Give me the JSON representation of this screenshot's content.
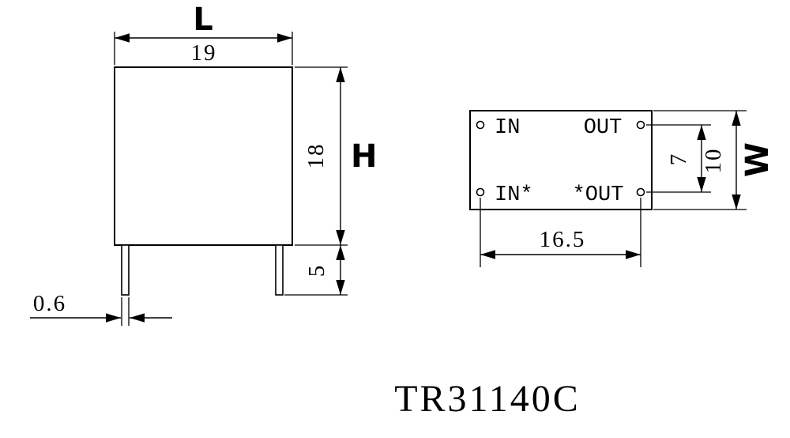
{
  "colors": {
    "ink": "#000000",
    "background": "#ffffff"
  },
  "title": "TR31140C",
  "front_view": {
    "length_label": "L",
    "length_value": "19",
    "height_label": "H",
    "body_height_value": "18",
    "pin_length_value": "5",
    "pin_width_value": "0.6"
  },
  "top_view": {
    "pins": {
      "top_left": "IN",
      "top_right": "OUT",
      "bottom_left": "IN*",
      "bottom_right": "*OUT"
    },
    "pin_row_spacing_value": "7",
    "width_value": "10",
    "width_label": "W",
    "pin_column_spacing_value": "16.5"
  }
}
